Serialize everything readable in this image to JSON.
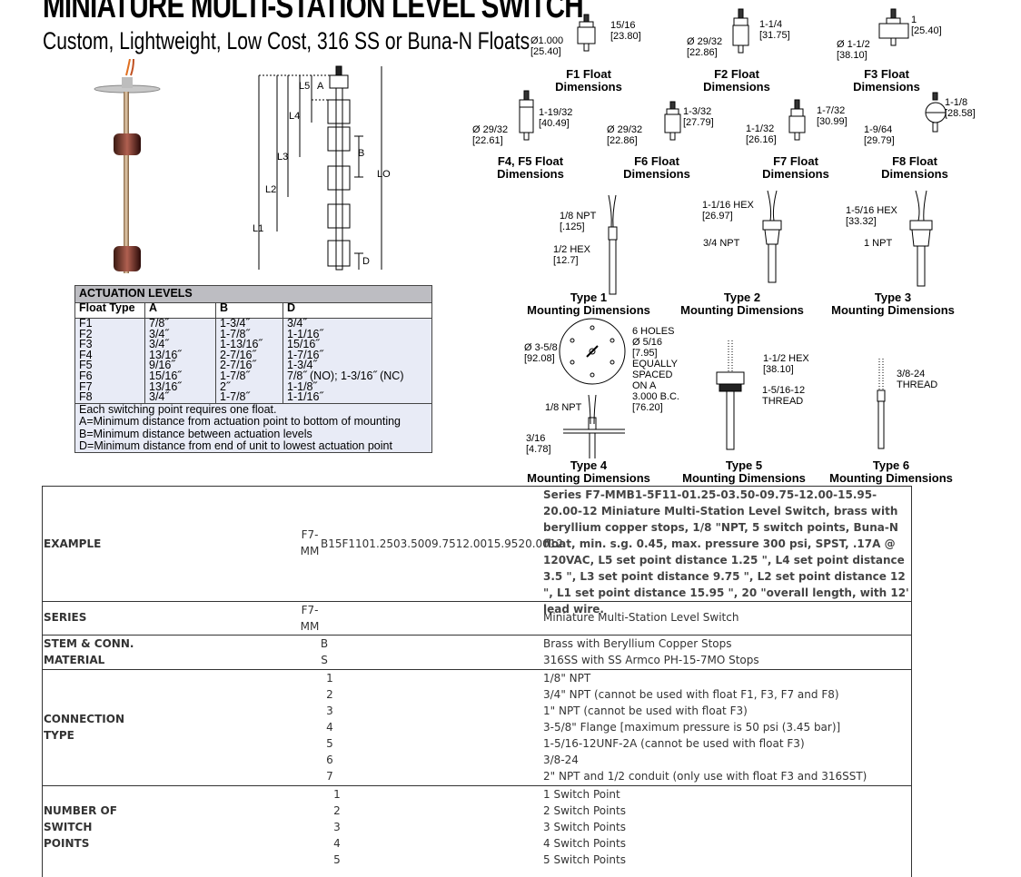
{
  "header": {
    "title": "MINIATURE MULTI-STATION LEVEL SWITCH",
    "subtitle": "Custom, Lightweight, Low Cost, 316 SS or Buna-N Floats"
  },
  "main_diagram": {
    "labels": [
      "L5",
      "A",
      "L4",
      "L3",
      "B",
      "L2",
      "L1",
      "LO",
      "D"
    ]
  },
  "floats": [
    {
      "label": "F1 Float\nDimensions",
      "dims": [
        "15/16\n[23.80]",
        "Ø1.000\n[25.40]"
      ]
    },
    {
      "label": "F2 Float\nDimensions",
      "dims": [
        "1-1/4\n[31.75]",
        "Ø 29/32\n[22.86]"
      ]
    },
    {
      "label": "F3 Float\nDimensions",
      "dims": [
        "1\n[25.40]",
        "Ø 1-1/2\n[38.10]"
      ]
    },
    {
      "label": "F4, F5 Float\nDimensions",
      "dims": [
        "1-19/32\n[40.49]",
        "Ø 29/32\n[22.61]"
      ]
    },
    {
      "label": "F6 Float\nDimensions",
      "dims": [
        "1-3/32\n[27.79]",
        "Ø 29/32\n[22.86]"
      ]
    },
    {
      "label": "F7 Float\nDimensions",
      "dims": [
        "1-7/32\n[30.99]",
        "1-1/32\n[26.16]"
      ]
    },
    {
      "label": "F8 Float\nDimensions",
      "dims": [
        "1-1/8\n[28.58]",
        "1-9/64\n[29.79]"
      ]
    }
  ],
  "mountings": [
    {
      "label": "Type 1\nMounting Dimensions",
      "dims": [
        "1/8 NPT\n[.125]",
        "1/2 HEX\n[12.7]"
      ]
    },
    {
      "label": "Type 2\nMounting Dimensions",
      "dims": [
        "1-1/16 HEX\n[26.97]",
        "3/4 NPT"
      ]
    },
    {
      "label": "Type 3\nMounting Dimensions",
      "dims": [
        "1-5/16 HEX\n[33.32]",
        "1 NPT"
      ]
    },
    {
      "label": "Type 4\nMounting Dimensions",
      "dims": [
        "6 HOLES\nØ 5/16\n[7.95]\nEQUALLY\nSPACED\nON A\n3.000 B.C.\n[76.20]",
        "Ø 3-5/8\n[92.08]",
        "1/8 NPT",
        "3/16\n[4.78]"
      ]
    },
    {
      "label": "Type 5\nMounting Dimensions",
      "dims": [
        "1-1/2 HEX\n[38.10]",
        "1-5/16-12\nTHREAD"
      ]
    },
    {
      "label": "Type 6\nMounting Dimensions",
      "dims": [
        "3/8-24\nTHREAD"
      ]
    }
  ],
  "actuation_table": {
    "title": "ACTUATION LEVELS",
    "headers": [
      "Float Type",
      "A",
      "B",
      "D"
    ],
    "float_types": [
      "F1",
      "F2",
      "F3",
      "F4",
      "F5",
      "F6",
      "F7",
      "F8"
    ],
    "A": [
      "7/8˝",
      "3/4˝",
      "3/4˝",
      "13/16˝",
      "9/16˝",
      "15/16˝",
      "13/16˝",
      "3/4˝"
    ],
    "B": [
      "1-3/4˝",
      "1-7/8˝",
      "1-13/16˝",
      "2-7/16˝",
      "2-7/16˝",
      "1-7/8˝",
      "2˝",
      "1-7/8˝"
    ],
    "D": [
      "3/4˝",
      "1-1/16˝",
      "15/16˝",
      "1-7/16˝",
      "1-3/4˝",
      "7/8˝ (NO); 1-3/16˝ (NC)",
      "1-1/8˝",
      "1-1/16˝"
    ],
    "notes": [
      "Each switching point requires one float.",
      "A=Minimum distance from actuation point to bottom of mounting",
      "B=Minimum distance between actuation levels",
      "D=Minimum distance from end of unit to lowest actuation point"
    ]
  },
  "ordering": {
    "example": {
      "label": "EXAMPLE",
      "prefix": "F7-\nMM",
      "code": "B15F1101.2503.5009.7512.0015.9520.0012",
      "description": "Series F7-MMB1-5F11-01.25-03.50-09.75-12.00-15.95-20.00-12 Miniature Multi-Station Level Switch, brass with beryllium copper stops, 1/8 \"NPT, 5 switch points, Buna-N float, min. s.g. 0.45, max. pressure 300 psi, SPST, .17A @ 120VAC, L5 set point distance 1.25 \", L4 set point distance 3.5 \", L3 set point distance 9.75 \", L2 set point distance 12 \", L1 set point distance 15.95 \", 20 \"overall length, with 12' lead wire."
    },
    "series": {
      "label": "SERIES",
      "code": "F7-\nMM",
      "description": "Miniature Multi-Station Level Switch"
    },
    "stem": {
      "label": "STEM & CONN.\nMATERIAL",
      "rows": [
        {
          "code": "B",
          "description": "Brass with Beryllium Copper Stops"
        },
        {
          "code": "S",
          "description": "316SS with SS Armco PH-15-7MO Stops"
        }
      ]
    },
    "connection": {
      "label": "CONNECTION\nTYPE",
      "rows": [
        {
          "code": "1",
          "description": "1/8\" NPT"
        },
        {
          "code": "2",
          "description": "3/4\" NPT (cannot be used with float F1, F3, F7 and F8)"
        },
        {
          "code": "3",
          "description": "1\" NPT (cannot be used with float F3)"
        },
        {
          "code": "4",
          "description": "3-5/8\" Flange [maximum pressure is 50 psi (3.45 bar)]"
        },
        {
          "code": "5",
          "description": "1-5/16-12UNF-2A (cannot be used with float F3)"
        },
        {
          "code": "6",
          "description": "3/8-24"
        },
        {
          "code": "7",
          "description": "2\" NPT and 1/2 conduit (only use with float F3 and 316SST)"
        }
      ]
    },
    "switch_points": {
      "label": "NUMBER OF\nSWITCH\nPOINTS",
      "rows": [
        {
          "code": "1",
          "description": "1 Switch Point"
        },
        {
          "code": "2",
          "description": "2 Switch Points"
        },
        {
          "code": "3",
          "description": "3 Switch Points"
        },
        {
          "code": "4",
          "description": "4 Switch Points"
        },
        {
          "code": "5",
          "description": "5 Switch Points"
        }
      ]
    }
  }
}
